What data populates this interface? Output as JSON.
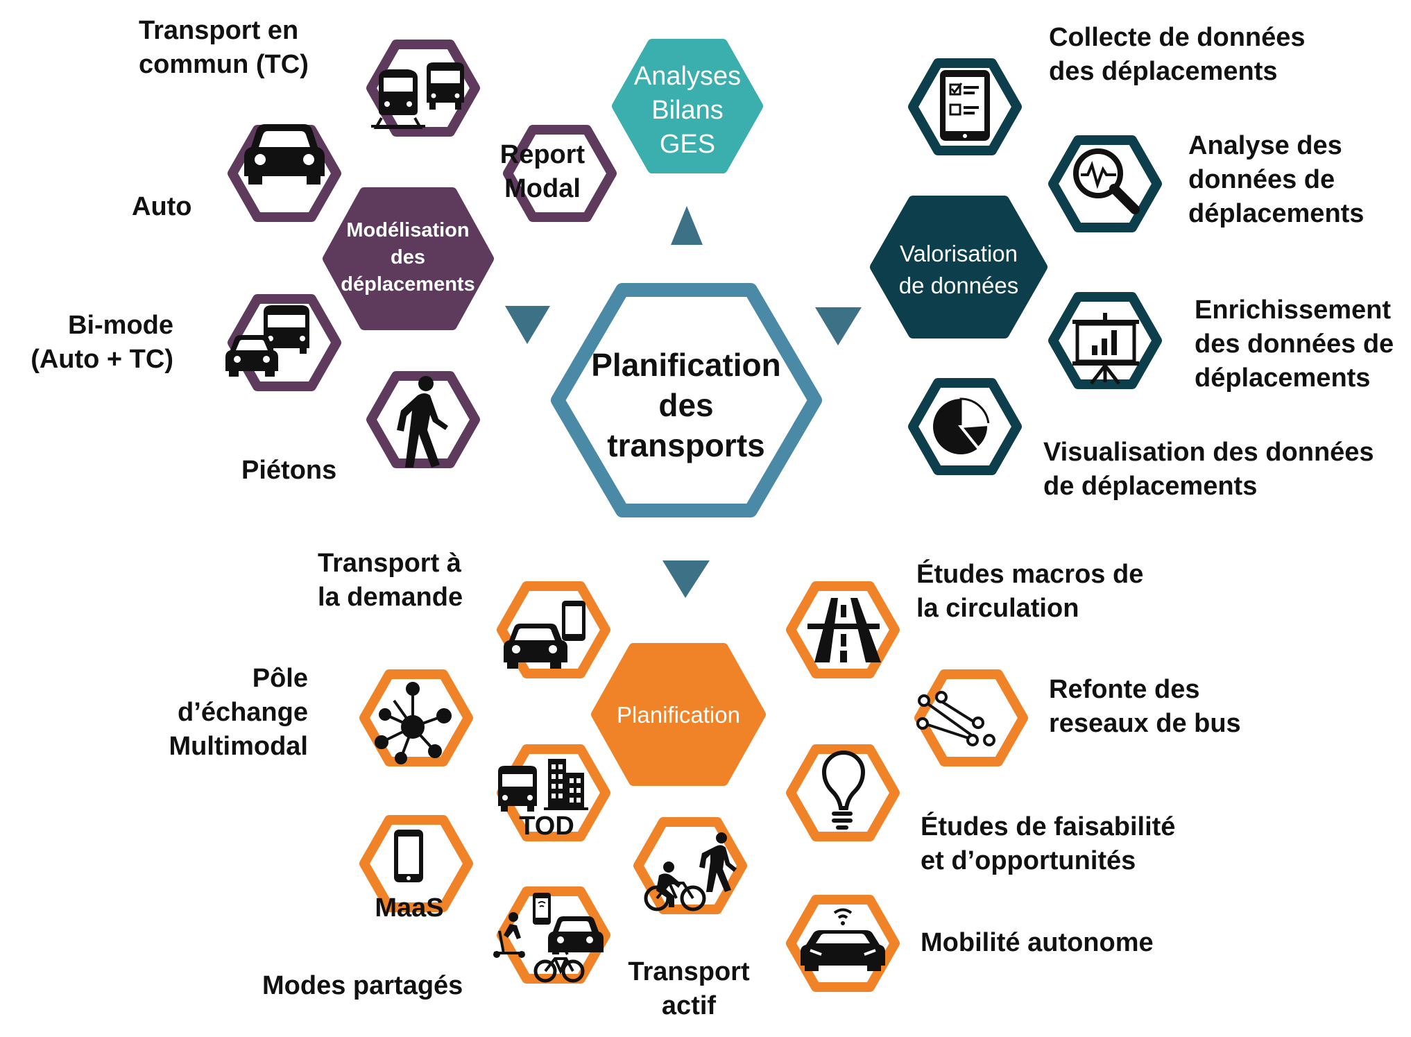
{
  "colors": {
    "purple": "#5e3a5c",
    "teal": "#3aafad",
    "dark_teal": "#0c3f4b",
    "blue": "#4b8aa6",
    "orange": "#f08228",
    "arrow": "#3d7185",
    "text": "#111111"
  },
  "center": {
    "title": "Planification\ndes\ntransports"
  },
  "analyses": {
    "title": "Analyses\nBilans\nGES"
  },
  "modelisation": {
    "title": "Modélisation\ndes\ndéplacements",
    "items": [
      {
        "label": "Transport en\ncommun (TC)",
        "icon": "train-bus-icon"
      },
      {
        "label": "Report\nModal",
        "icon": "none"
      },
      {
        "label": "Auto",
        "icon": "car-icon"
      },
      {
        "label": "Bi-mode\n(Auto + TC)",
        "icon": "car-bus-icon"
      },
      {
        "label": "Piétons",
        "icon": "pedestrian-icon"
      }
    ]
  },
  "valorisation": {
    "title": "Valorisation\nde données",
    "items": [
      {
        "label": "Collecte de données\ndes déplacements",
        "icon": "tablet-checklist-icon"
      },
      {
        "label": "Analyse des\ndonnées de\ndéplacements",
        "icon": "magnifier-pulse-icon"
      },
      {
        "label": "Enrichissement\ndes données de\ndéplacements",
        "icon": "presentation-board-icon"
      },
      {
        "label": "Visualisation des données\nde déplacements",
        "icon": "pie-chart-icon"
      }
    ]
  },
  "planification": {
    "title": "Planification",
    "items": [
      {
        "label": "Transport à\nla demande",
        "icon": "car-phone-icon"
      },
      {
        "label": "Pôle\nd’échange\nMultimodal",
        "icon": "hub-network-icon"
      },
      {
        "label": "TOD",
        "icon": "bus-buildings-icon"
      },
      {
        "label": "MaaS",
        "icon": "smartphone-icon"
      },
      {
        "label": "Modes partagés",
        "icon": "shared-modes-icon"
      },
      {
        "label": "Transport\nactif",
        "icon": "bike-walk-icon"
      },
      {
        "label": "Études macros de\nla circulation",
        "icon": "highway-icon"
      },
      {
        "label": "Refonte des\nreseaux de bus",
        "icon": "route-network-icon"
      },
      {
        "label": "Études de faisabilité\net d’opportunités",
        "icon": "lightbulb-icon"
      },
      {
        "label": "Mobilité autonome",
        "icon": "autonomous-car-icon"
      }
    ]
  }
}
